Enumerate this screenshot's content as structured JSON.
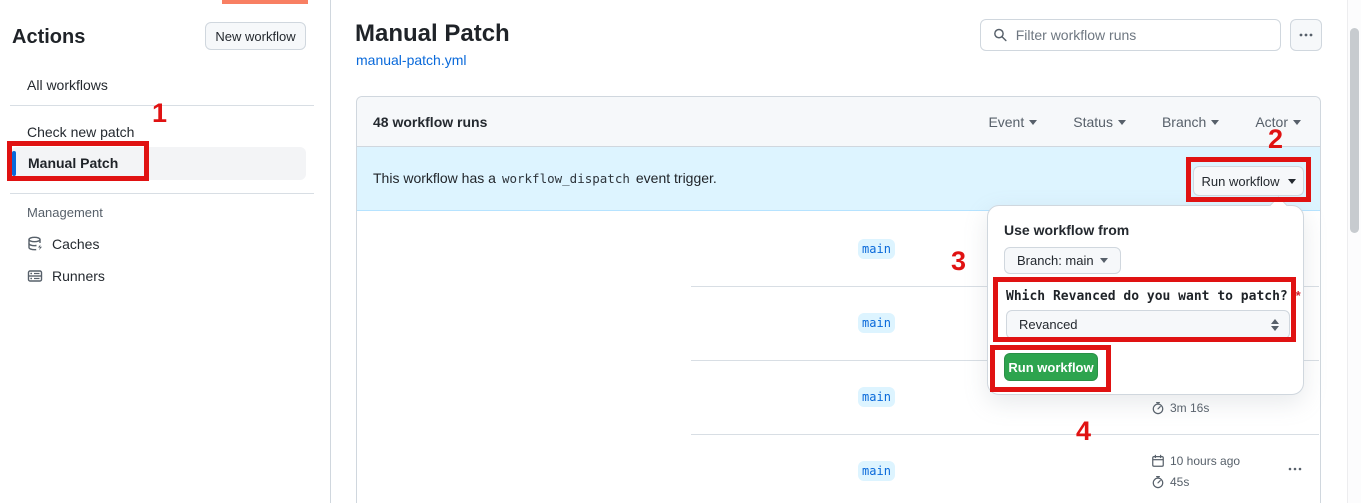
{
  "sidebar": {
    "title": "Actions",
    "new_workflow_label": "New workflow",
    "items": [
      {
        "label": "All workflows"
      },
      {
        "label": "Check new patch"
      },
      {
        "label": "Manual Patch",
        "selected": true
      }
    ],
    "management": {
      "label": "Management",
      "items": [
        {
          "label": "Caches",
          "icon": "cache-database-icon"
        },
        {
          "label": "Runners",
          "icon": "runners-server-icon"
        }
      ]
    }
  },
  "header": {
    "title": "Manual Patch",
    "file_link": "manual-patch.yml",
    "filter_placeholder": "Filter workflow runs",
    "kebab_icon": "kebab-horizontal-icon"
  },
  "runs": {
    "count_label": "48 workflow runs",
    "filters": [
      {
        "label": "Event"
      },
      {
        "label": "Status"
      },
      {
        "label": "Branch"
      },
      {
        "label": "Actor"
      }
    ],
    "banner": {
      "text_prefix": "This workflow has a",
      "code": "workflow_dispatch",
      "text_suffix": "event trigger.",
      "run_workflow_label": "Run workflow"
    },
    "rows": [
      {
        "branch": "main"
      },
      {
        "branch": "main"
      },
      {
        "branch": "main",
        "duration": "3m 16s"
      },
      {
        "branch": "main",
        "time": "10 hours ago",
        "duration": "45s"
      }
    ]
  },
  "popup": {
    "heading": "Use workflow from",
    "branch_button": "Branch: main",
    "input_label": "Which Revanced do you want to patch?",
    "required_marker": "*",
    "input_value": "Revanced",
    "submit_label": "Run workflow"
  },
  "annotations": {
    "step1": "1",
    "step2": "2",
    "step3": "3",
    "step4": "4",
    "color": "#e01212"
  },
  "colors": {
    "accent_blue": "#0969da",
    "banner_blue": "#ddf4ff",
    "success_green": "#2da44e",
    "annotation_red": "#e01212"
  }
}
